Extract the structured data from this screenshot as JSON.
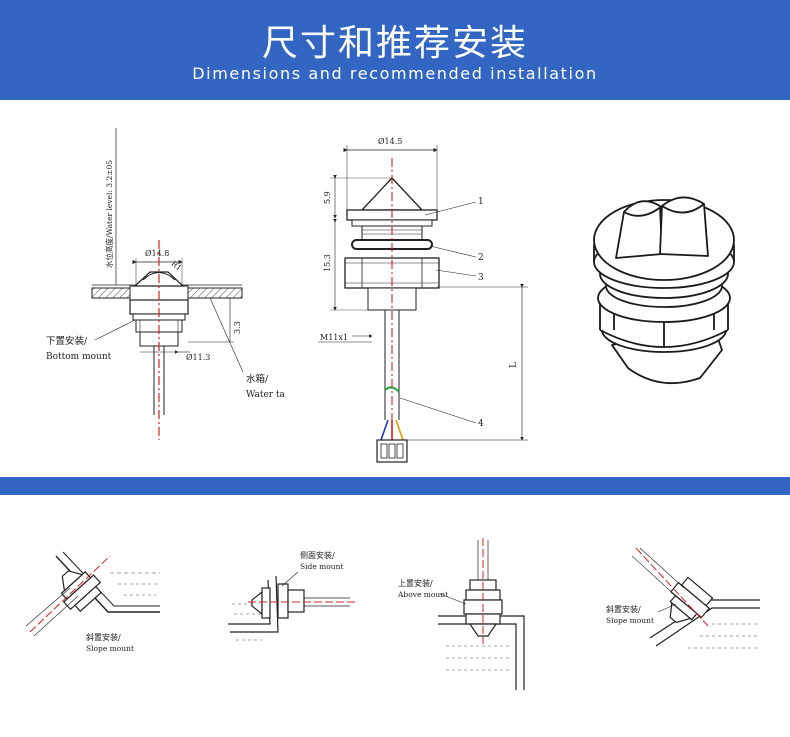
{
  "header": {
    "title_cn": "尺寸和推荐安装",
    "title_en": "Dimensions and recommended installation",
    "background": "#3266c2"
  },
  "figure1": {
    "vertical_label": "水位高度/Water level: 3.2±05",
    "dim_top": "Ø14.8",
    "dim_radius": "R1",
    "dim_side": "3.3",
    "dim_bottom": "Ø11.3",
    "mount_label_cn": "下置安装/",
    "mount_label_en": "Bottom mount",
    "tank_label_cn": "水箱/",
    "tank_label_en": "Water ta"
  },
  "figure2": {
    "dim_top": "Ø14.5",
    "dim_59": "5.9",
    "dim_153": "15.3",
    "dim_thread": "M11x1",
    "dim_length": "L",
    "callouts": [
      "1",
      "2",
      "3",
      "4"
    ]
  },
  "mounts": {
    "slope1_cn": "斜置安装/",
    "slope1_en": "Slope mount",
    "side_cn": "侧面安装/",
    "side_en": "Side mount",
    "above_cn": "上置安装/",
    "above_en": "Above mount",
    "slope2_cn": "斜置安装/",
    "slope2_en": "Slope mount"
  },
  "colors": {
    "accent_blue": "#3266c2",
    "center_line": "#d62020",
    "line": "#1a1a1a"
  }
}
